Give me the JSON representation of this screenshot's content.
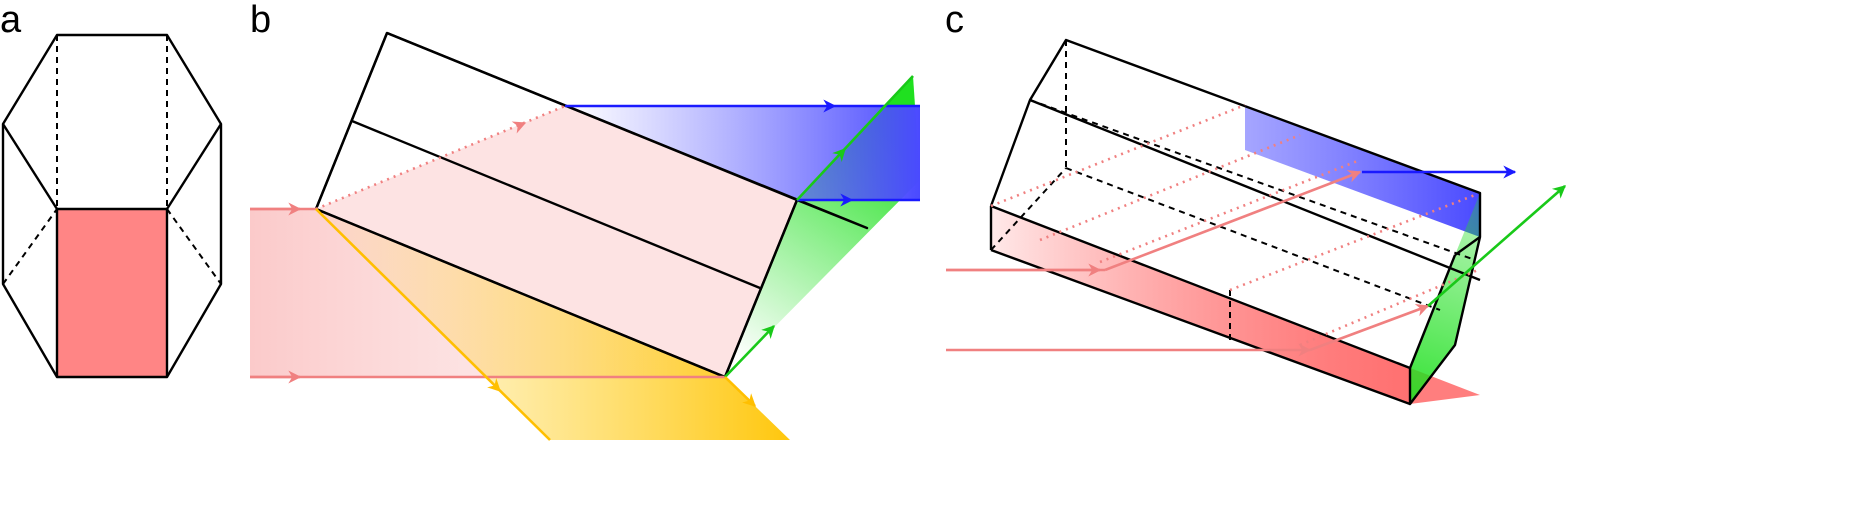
{
  "panels": {
    "a": {
      "label": "a"
    },
    "b": {
      "label": "b"
    },
    "c": {
      "label": "c"
    }
  },
  "colors": {
    "red_face": "#ff8585",
    "red_ray": "#f08080",
    "red_tint": "#fde3e3",
    "blue_ray": "#1a1aff",
    "blue_face": "#6b6bff",
    "green_ray": "#19e619",
    "green_face": "#20e020",
    "yellow_ray": "#ffcc00",
    "yellow_face": "#ffd740",
    "edge": "#000000"
  }
}
